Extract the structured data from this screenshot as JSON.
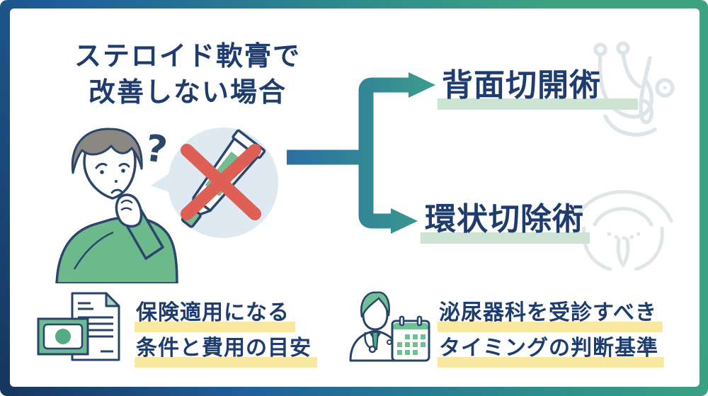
{
  "title_card": {
    "heading_line1": "ステロイド軟膏で",
    "heading_line2": "改善しない場合",
    "question_mark": "?"
  },
  "options": [
    {
      "label": "背面切開術",
      "watermark_icon": "stethoscope-icon",
      "highlight_color": "#cde4d5"
    },
    {
      "label": "環状切除術",
      "watermark_icon": "anatomy-icon",
      "highlight_color": "#cde4d5"
    }
  ],
  "footer_items": [
    {
      "line1": "保険適用になる",
      "line2": "条件と費用の目安",
      "icon": "banknote-document-icon",
      "highlight_color": "#f9e9a0"
    },
    {
      "line1": "泌尿器科を受診すべき",
      "line2": "タイミングの判断基準",
      "icon": "doctor-calendar-icon",
      "highlight_color": "#f9e9a0"
    }
  ],
  "colors": {
    "frame_gradient_start": "#16365c",
    "frame_gradient_mid_blue": "#1f5f9b",
    "frame_gradient_end_green": "#3ba382",
    "text_navy": "#1e3c6d",
    "arrow_blue": "#2b6da3",
    "arrow_teal": "#3ba08a",
    "option_highlight_green": "#cde4d5",
    "footer_highlight_yellow": "#f9e9a0",
    "sweater_green": "#6cba8c",
    "cross_red": "#dd5f55",
    "speech_bubble_blue": "#dfe9f1",
    "watermark_gray": "#dde5e9"
  }
}
